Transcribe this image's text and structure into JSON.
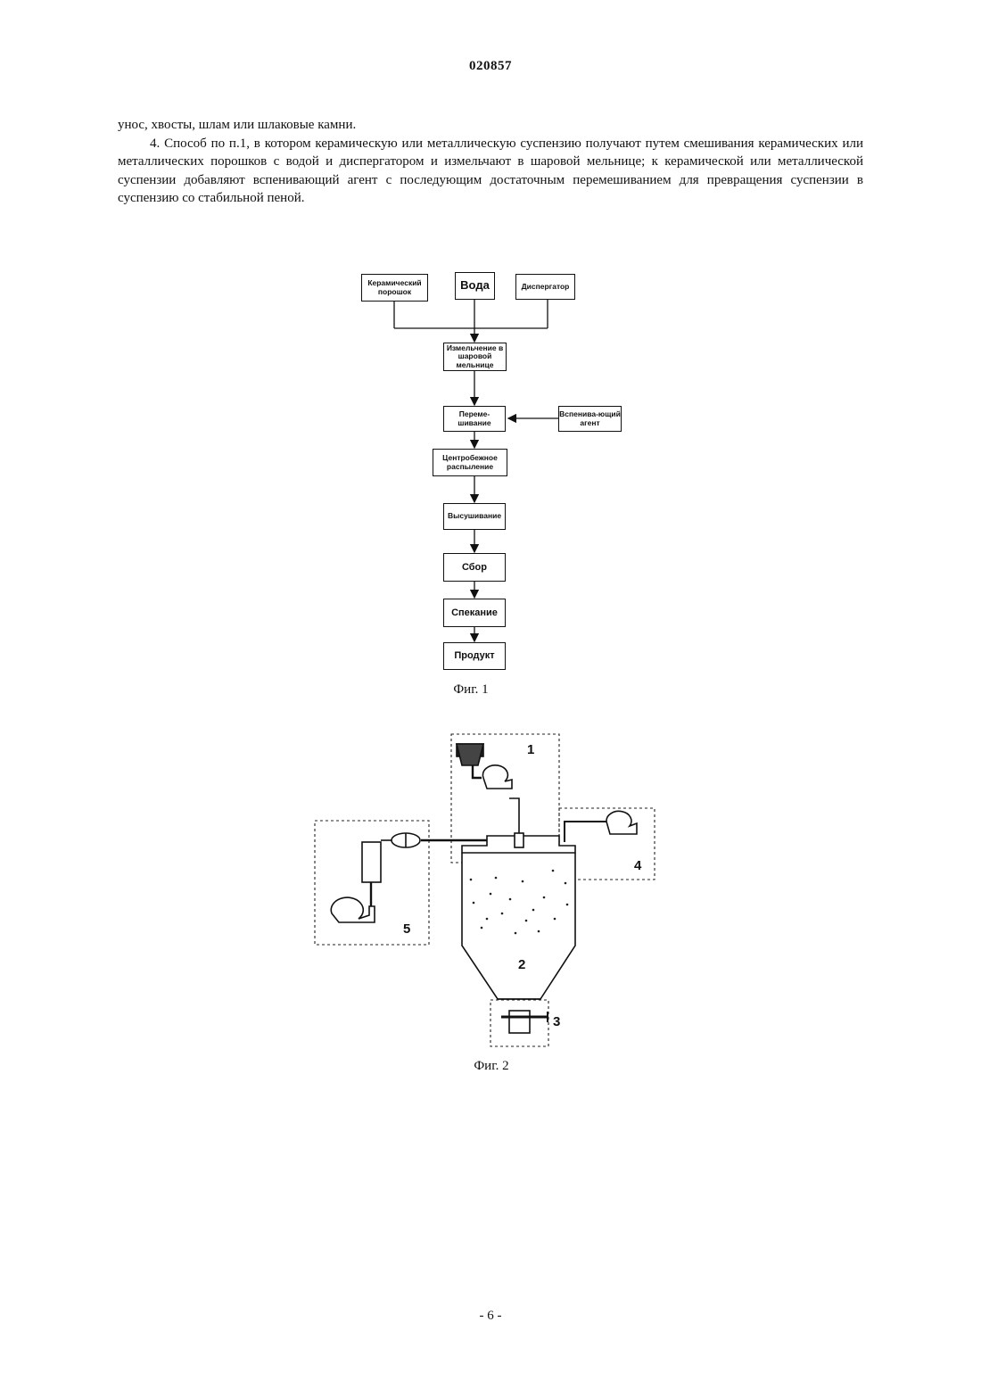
{
  "header": {
    "doc_number": "020857"
  },
  "body_text": {
    "line1": "унос, хвосты, шлам или шлаковые камни.",
    "claim4": "4. Способ по п.1, в котором керамическую или металлическую суспензию получают путем смешивания керамических или металлических порошков с водой и диспергатором и измельчают в шаровой мельнице; к керамической или металлической суспензии добавляют вспенивающий агент с последующим достаточным перемешиванием для превращения суспензии в суспензию со стабильной пеной."
  },
  "figure1": {
    "caption": "Фиг. 1",
    "boxes": {
      "ceramic_powder": "Керамический порошок",
      "water": "Вода",
      "dispersant": "Диспергатор",
      "ball_mill": "Измельчение в шаровой мельнице",
      "mixing": "Переме-шивание",
      "foaming_agent": "Вспенива-ющий агент",
      "centrifugal_spray": "Центробежное распыление",
      "drying": "Высушивание",
      "collection": "Сбор",
      "sintering": "Спекание",
      "product": "Продукт"
    }
  },
  "figure2": {
    "caption": "Фиг. 2",
    "labels": {
      "l1": "1",
      "l2": "2",
      "l3": "3",
      "l4": "4",
      "l5": "5"
    }
  },
  "footer": {
    "page_number": "- 6 -"
  }
}
